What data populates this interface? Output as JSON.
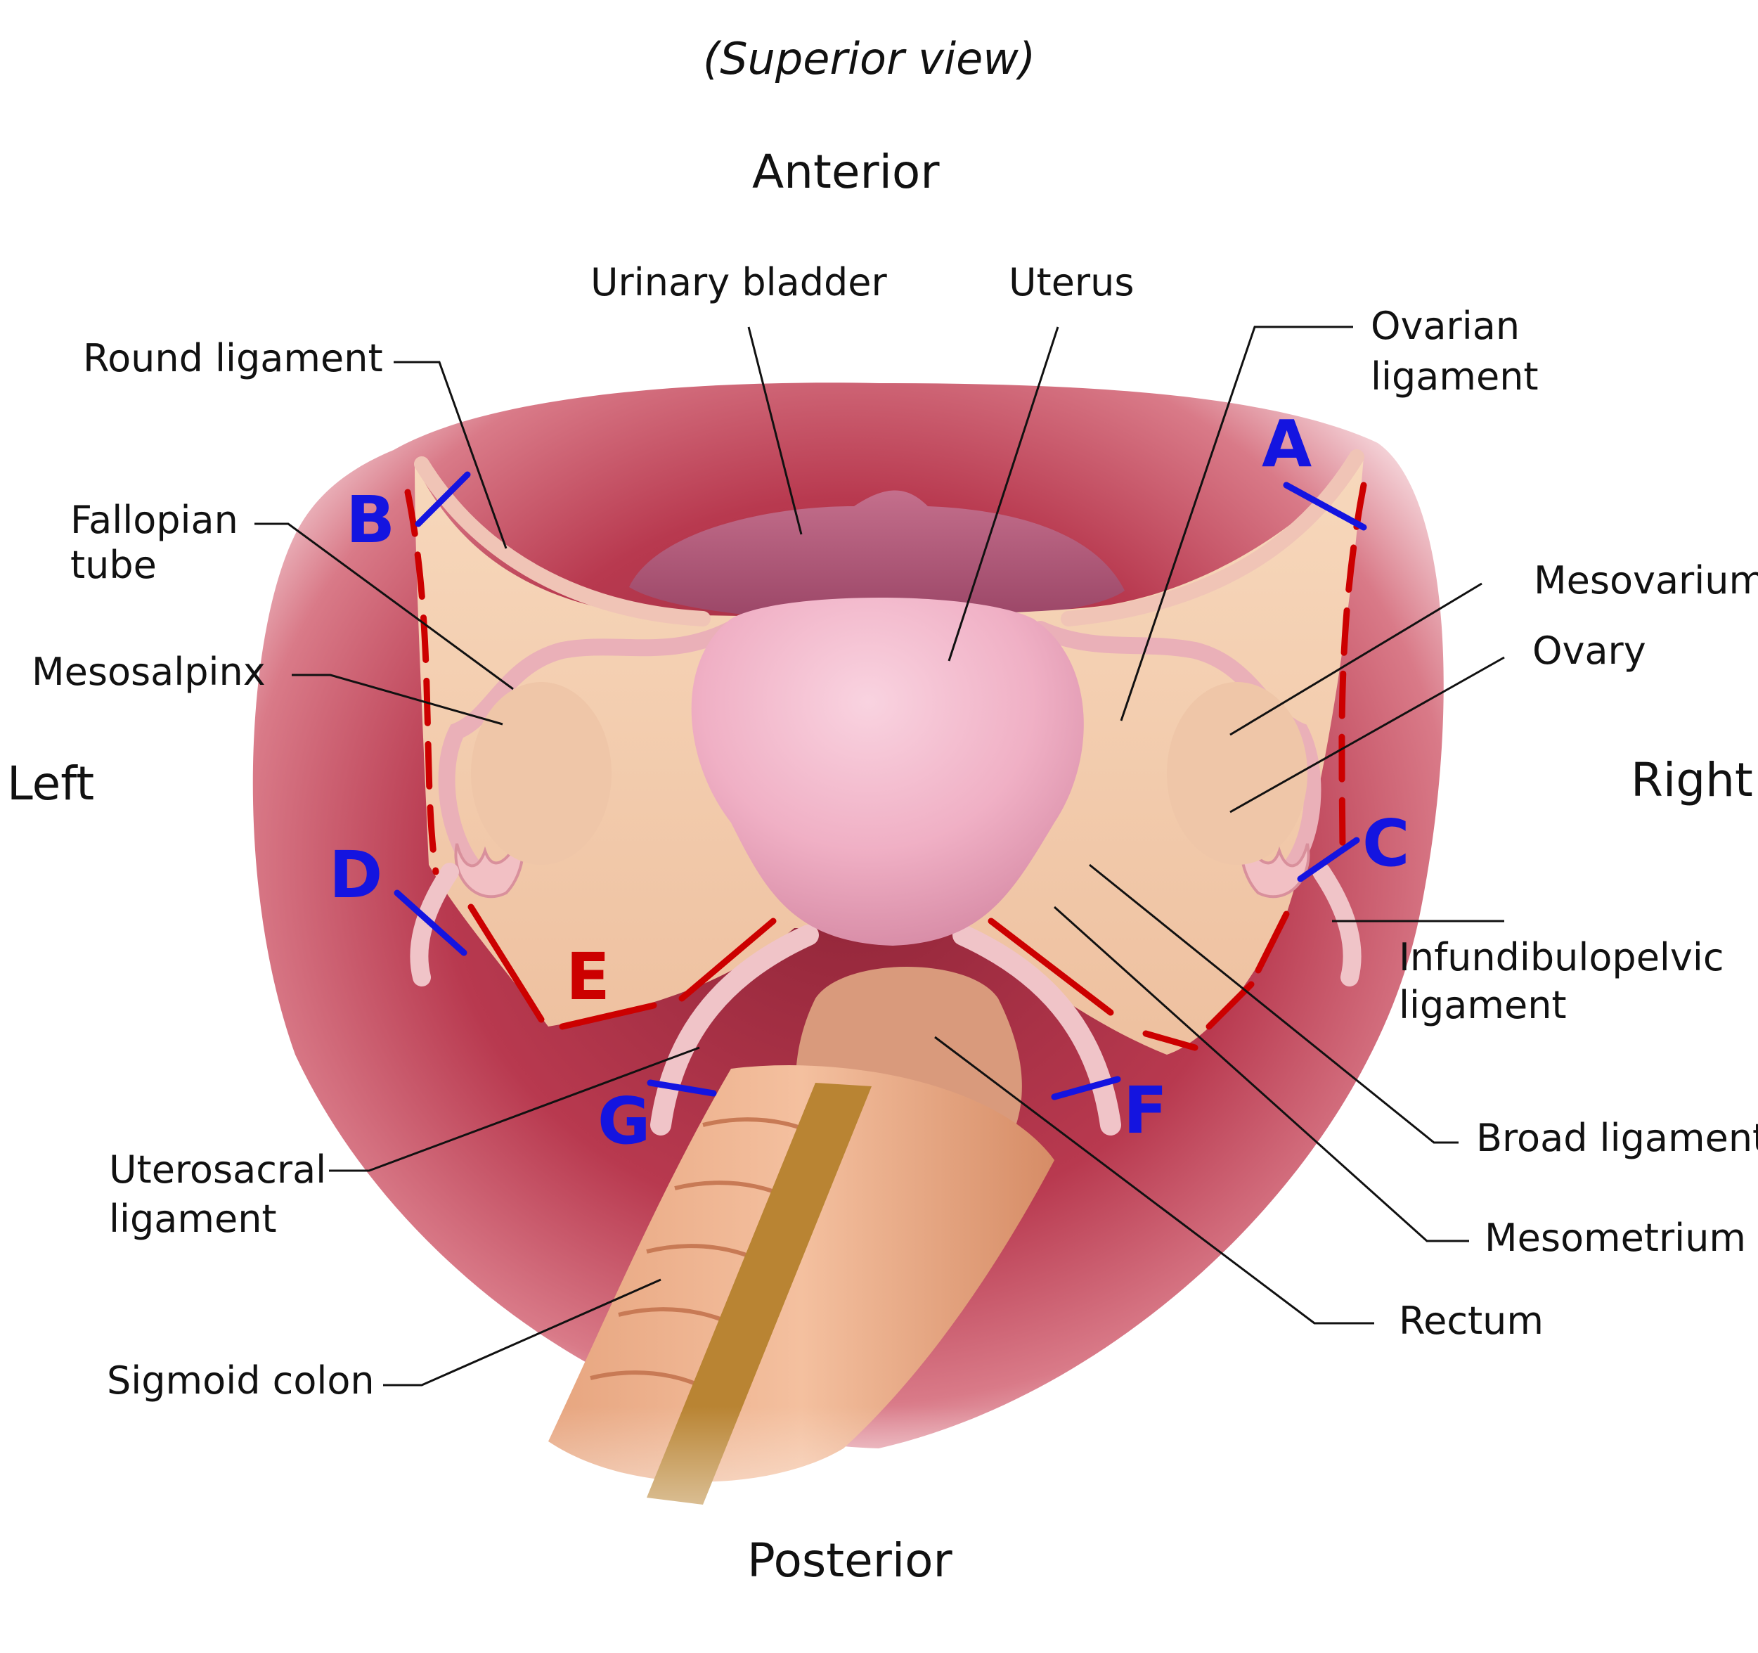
{
  "view_title": "(Superior view)",
  "orientation": {
    "anterior": "Anterior",
    "posterior": "Posterior",
    "left": "Left",
    "right": "Right"
  },
  "labels": {
    "urinary_bladder": "Urinary bladder",
    "uterus": "Uterus",
    "round_ligament": "Round ligament",
    "ovarian_ligament_1": "Ovarian",
    "ovarian_ligament_2": "ligament",
    "fallopian_tube_1": "Fallopian",
    "fallopian_tube_2": "tube",
    "mesosalpinx": "Mesosalpinx",
    "mesovarium": "Mesovarium",
    "ovary": "Ovary",
    "infundibulopelvic_1": "Infundibulopelvic",
    "infundibulopelvic_2": "ligament",
    "broad_ligament": "Broad ligament",
    "mesometrium": "Mesometrium",
    "rectum": "Rectum",
    "uterosacral_1": "Uterosacral",
    "uterosacral_2": "ligament",
    "sigmoid_colon": "Sigmoid colon"
  },
  "cut_markers": {
    "A": "A",
    "B": "B",
    "C": "C",
    "D": "D",
    "E": "E",
    "F": "F",
    "G": "G"
  },
  "colors": {
    "blue_marker": "#1414e0",
    "red_marker": "#cc0000",
    "tissue": "#f2c9a6",
    "pelvic_wall": "#c0485e",
    "uterus": "#f2b4c8"
  }
}
